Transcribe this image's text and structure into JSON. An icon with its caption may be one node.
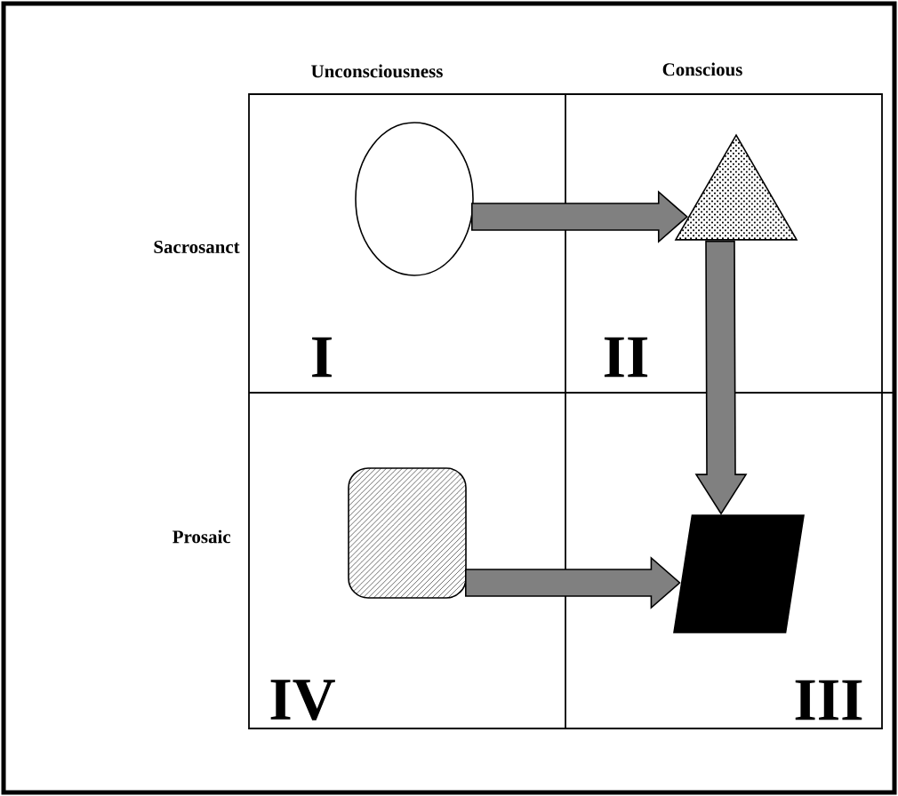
{
  "diagram": {
    "nodes": [
      {
        "text": [],
        "shape": "ellipse"
      },
      {
        "text": [],
        "shape": "triangle"
      },
      {
        "text": [],
        "shape": "parallelogram"
      },
      {
        "text": [],
        "shape": "box"
      }
    ],
    "edges": [
      {
        "from": 0,
        "to": 1,
        "arrow": "to"
      },
      {
        "from": 1,
        "to": 2,
        "arrow": "to"
      },
      {
        "from": 3,
        "to": 2,
        "arrow": "to"
      }
    ],
    "labels": [
      "Unconsciousness",
      "Conscious",
      "Sacrosanct",
      "Prosaic",
      "I",
      "II",
      "IV",
      "III"
    ]
  }
}
